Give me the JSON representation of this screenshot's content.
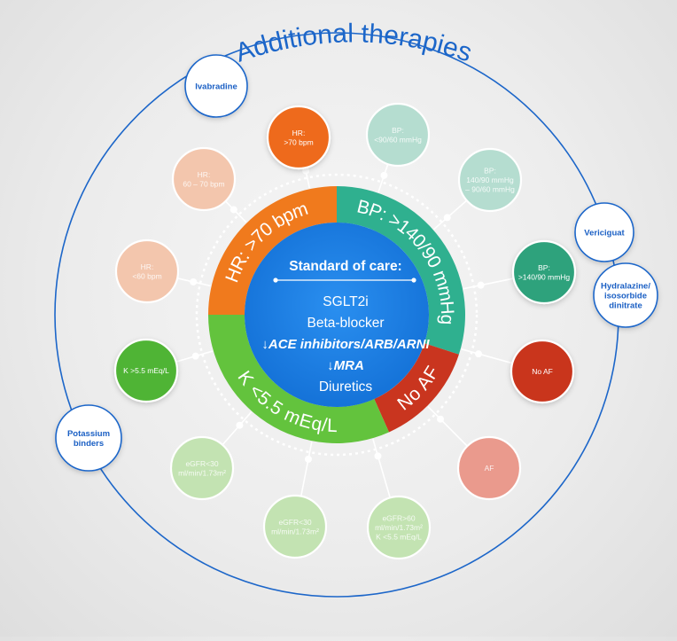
{
  "title": "Additional therapies",
  "center": {
    "heading": "Standard of care:",
    "items": [
      {
        "text": "SGLT2i",
        "style": "normal"
      },
      {
        "text": "Beta-blocker",
        "style": "normal"
      },
      {
        "text": "↓ACE inhibitors/ARB/ARNI",
        "style": "bold-italic"
      },
      {
        "text": "↓MRA",
        "style": "bold-italic"
      },
      {
        "text": "Diuretics",
        "style": "normal"
      }
    ]
  },
  "segments": [
    {
      "id": "hr",
      "label": "HR: >70 bpm",
      "color": "#f07a1d"
    },
    {
      "id": "bp",
      "label": "BP: >140/90 mmHg",
      "color": "#2fb08f"
    },
    {
      "id": "noaf",
      "label": "No AF",
      "color": "#c9351f"
    },
    {
      "id": "k",
      "label": "K <5.5 mEq/L",
      "color": "#63c33d"
    }
  ],
  "nodes": [
    {
      "id": "hr-gt70",
      "lines": [
        "HR:",
        ">70 bpm"
      ],
      "color": "#ee6b1c",
      "faded": false
    },
    {
      "id": "bp-lt90",
      "lines": [
        "BP:",
        "<90/60 mmHg"
      ],
      "color": "#b5ddd0",
      "faded": true
    },
    {
      "id": "bp-mid",
      "lines": [
        "BP:",
        "140/90 mmHg",
        "– 90/60 mmHg"
      ],
      "color": "#b5ddd0",
      "faded": true
    },
    {
      "id": "bp-gt140",
      "lines": [
        "BP:",
        ">140/90 mmHg"
      ],
      "color": "#2fa27b",
      "faded": false
    },
    {
      "id": "no-af",
      "lines": [
        "No AF"
      ],
      "color": "#c9351f",
      "faded": false
    },
    {
      "id": "af",
      "lines": [
        "AF"
      ],
      "color": "#ea9a8d",
      "faded": true
    },
    {
      "id": "egfr-gt60",
      "lines": [
        "eGFR>60",
        "ml/min/1.73m²",
        "K <5.5 mEq/L"
      ],
      "color": "#c3e3b2",
      "faded": true
    },
    {
      "id": "egfr-lt30-a",
      "lines": [
        "eGFR<30",
        "ml/min/1.73m²"
      ],
      "color": "#c3e3b2",
      "faded": true
    },
    {
      "id": "egfr-lt30-b",
      "lines": [
        "eGFR<30",
        "ml/min/1.73m²"
      ],
      "color": "#c3e3b2",
      "faded": true
    },
    {
      "id": "k-gt55",
      "lines": [
        "K >5.5 mEq/L"
      ],
      "color": "#4fb435",
      "faded": false
    },
    {
      "id": "hr-lt60",
      "lines": [
        "HR:",
        "<60 bpm"
      ],
      "color": "#f3c6ad",
      "faded": true
    },
    {
      "id": "hr-60-70",
      "lines": [
        "HR:",
        "60 – 70 bpm"
      ],
      "color": "#f3c6ad",
      "faded": true
    }
  ],
  "therapies": [
    {
      "id": "ivabradine",
      "lines": [
        "Ivabradine"
      ]
    },
    {
      "id": "vericiguat",
      "lines": [
        "Vericiguat"
      ]
    },
    {
      "id": "hydralazine",
      "lines": [
        "Hydralazine/",
        "isosorbide",
        "dinitrate"
      ]
    },
    {
      "id": "potassium-binders",
      "lines": [
        "Potassium",
        "binders"
      ]
    }
  ],
  "colors": {
    "ring_blue": "#1c66c9",
    "center_blue": "#1780e6",
    "therapy_text": "#1a5fc4",
    "dotted_ring": "#ffffff"
  }
}
